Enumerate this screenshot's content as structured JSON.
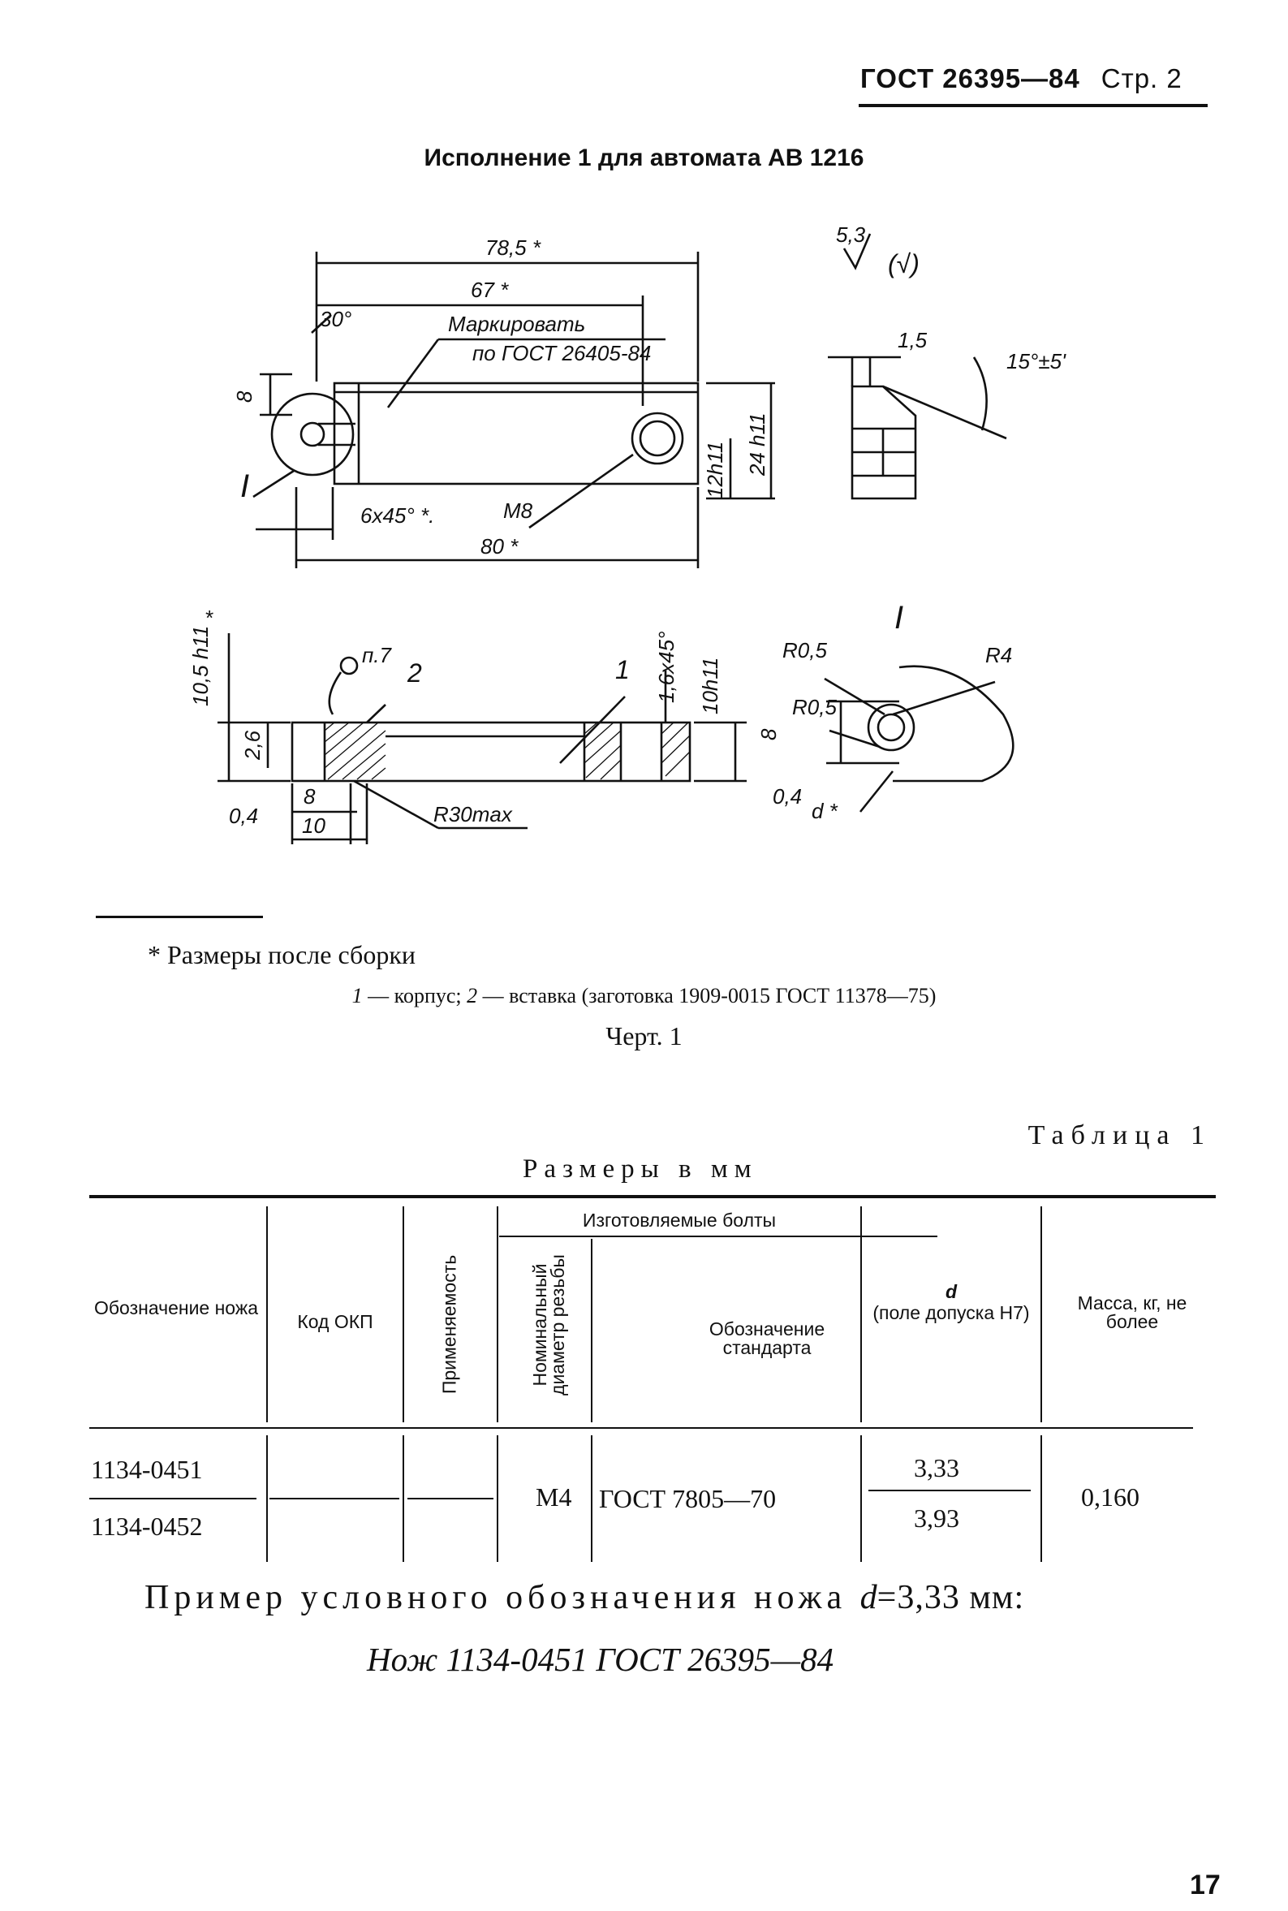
{
  "header": {
    "standard": "ГОСТ 26395—84",
    "page": "Стр. 2"
  },
  "subtitle": "Исполнение 1 для автомата АВ 1216",
  "drawing": {
    "dims": {
      "d785": "78,5 *",
      "d67": "67 *",
      "d30": "30°",
      "mark1": "Маркировать",
      "mark2": "по ГОСТ 26405-84",
      "d8": "8",
      "d24h11": "24 h11",
      "d12h11": "12h11",
      "chamfer": "6x45° *.",
      "m8": "M8",
      "d80": "80 *",
      "view_I": "I",
      "roughness": "5,3",
      "rough_paren": "(√)",
      "d15": "1,5",
      "angle15": "15°±5'",
      "d105h11": "10,5 h11",
      "star": "*",
      "p7": "п.7",
      "item2": "2",
      "item1": "1",
      "d16x45": "1,6x45°",
      "d10h11": "10h11",
      "d26": "2,6",
      "d04": "0,4",
      "d8b": "8",
      "d10": "10",
      "r30": "R30max",
      "detail_I": "I",
      "r05a": "R0,5",
      "r4": "R4",
      "r05b": "R0,5",
      "d8c": "8",
      "d04b": "0,4",
      "dstar": "d *"
    }
  },
  "footnote": "* Размеры после сборки",
  "legend": {
    "n1": "1",
    "t1": " — корпус; ",
    "n2": "2",
    "t2": " — вставка (заготовка 1909-0015 ГОСТ 11378—75)"
  },
  "figure_caption": "Черт. 1",
  "table": {
    "number": "Таблица 1",
    "units": "Размеры в мм",
    "headers": {
      "designation": "Обозначение ножа",
      "okp": "Код ОКП",
      "applicability": "Применяемость",
      "bolts_group": "Изготовляемые болты",
      "thread": "Номинальный диаметр резьбы",
      "standard": "Обозначение стандарта",
      "d_symbol": "d",
      "d_text": "(поле допуска H7)",
      "mass": "Масса, кг, не более"
    },
    "rows": [
      {
        "designation": "1134-0451",
        "okp": "",
        "applicability": "",
        "d": "3,33"
      },
      {
        "designation": "1134-0452",
        "okp": "",
        "applicability": "",
        "d": "3,93"
      }
    ],
    "shared": {
      "thread": "М4",
      "standard": "ГОСТ 7805—70",
      "mass": "0,160"
    }
  },
  "example": {
    "label": "Пример условного обозначения ножа",
    "d_var": "d",
    "value": "=3,33 мм:",
    "code": "Нож 1134-0451 ГОСТ 26395—84"
  },
  "page_number": "17"
}
